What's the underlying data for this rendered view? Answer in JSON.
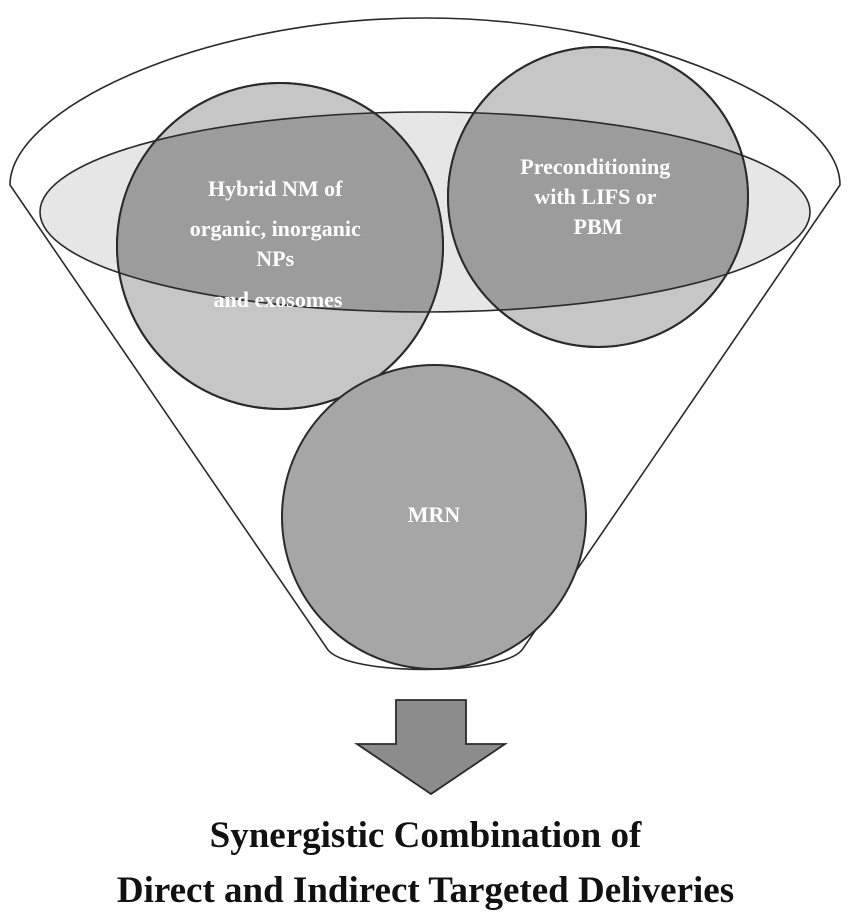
{
  "diagram": {
    "nodes": {
      "hybrid": {
        "lines": [
          "Hybrid NM of",
          "organic, inorganic",
          "NPs",
          "and exosomes"
        ]
      },
      "preconditioning": {
        "lines": [
          "Preconditioning",
          "with LIFS or",
          "PBM"
        ]
      },
      "mrn": {
        "lines": [
          "MRN"
        ]
      }
    },
    "caption": {
      "line1": "Synergistic Combination of",
      "line2": "Direct and Indirect Targeted Deliveries"
    }
  }
}
